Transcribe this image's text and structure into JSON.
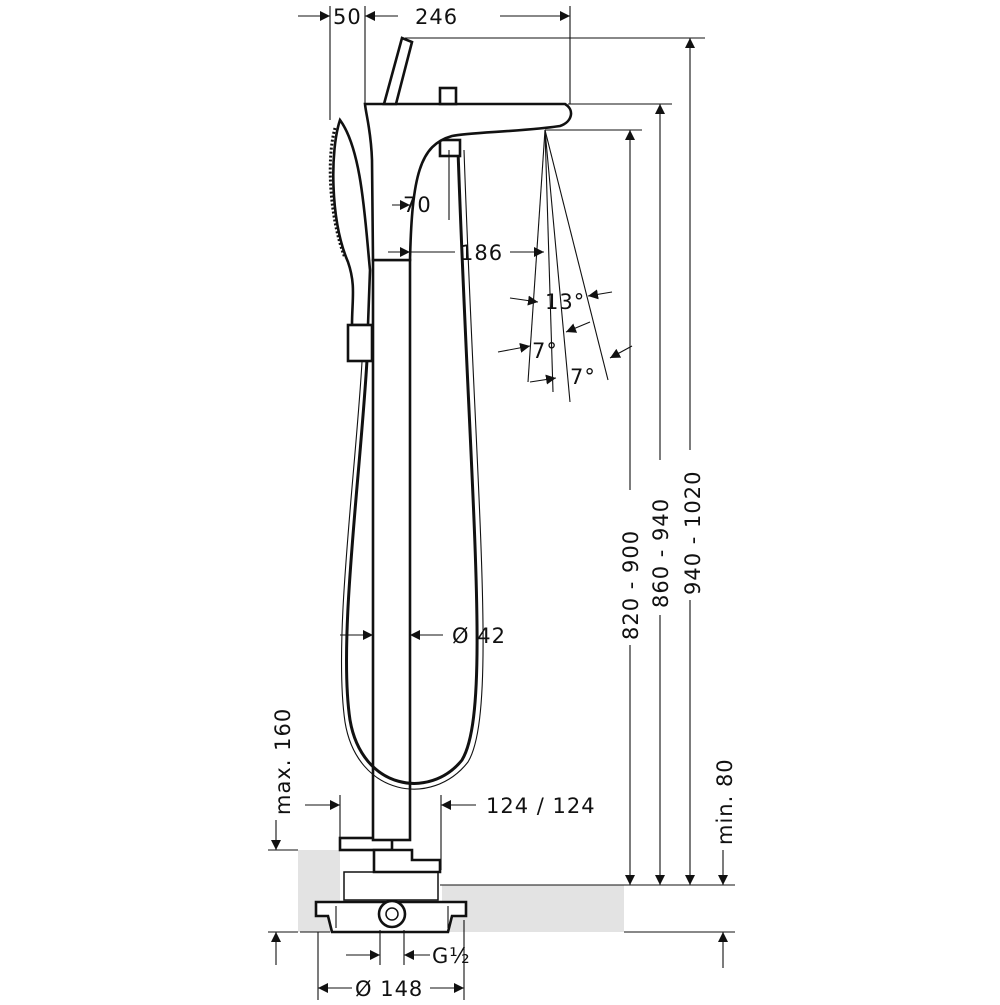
{
  "colors": {
    "line": "#111111",
    "floor": "#e3e3e3",
    "background": "#ffffff"
  },
  "dimensions": {
    "top_offset": "50",
    "spout_reach": "246",
    "handle_offset": "70",
    "spout_to_column": "186",
    "angle_total": "13°",
    "angle_left": "7°",
    "angle_right": "7°",
    "column_diameter": "Ø 42",
    "base_width": "124 / 124",
    "max_depth": "max. 160",
    "outlet_height": "820 - 900",
    "spout_height": "860 - 940",
    "total_height": "940 - 1020",
    "min_depth": "min. 80",
    "thread": "G½",
    "base_diameter": "Ø 148"
  }
}
